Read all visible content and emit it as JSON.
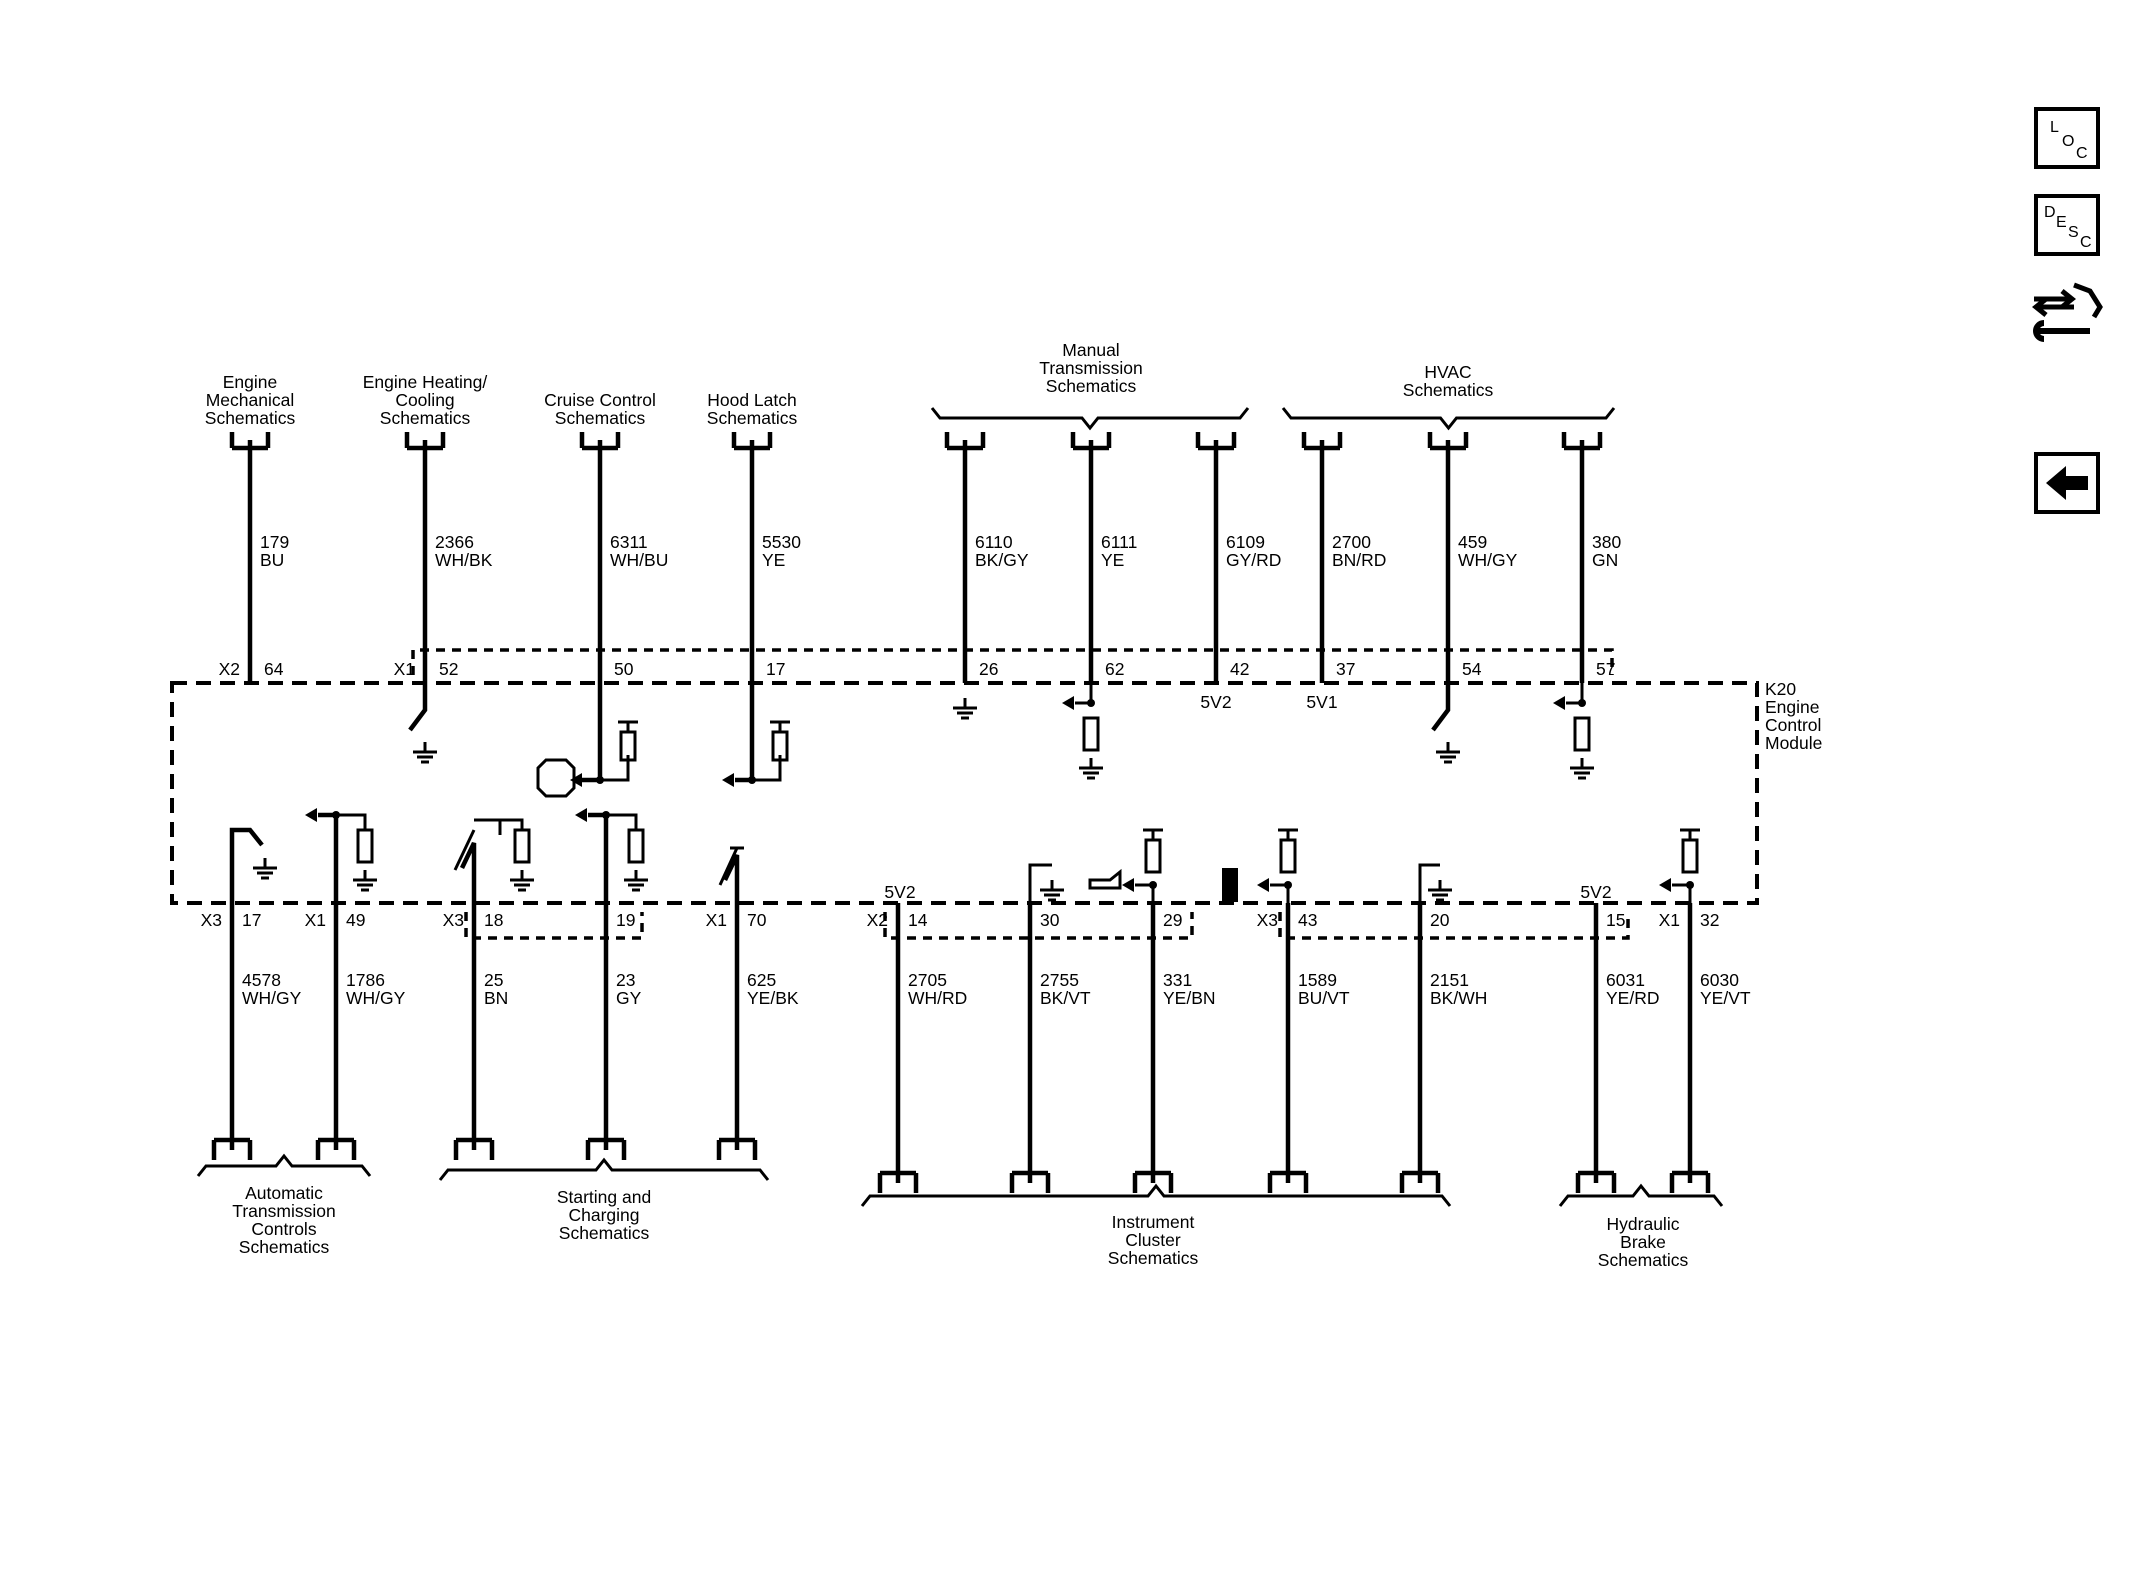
{
  "nav": {
    "loc": [
      "L",
      "O",
      "C"
    ],
    "desc": [
      "D",
      "E",
      "S",
      "C"
    ]
  },
  "module": {
    "name": [
      "K20",
      "Engine",
      "Control",
      "Module"
    ]
  },
  "top_refs": [
    {
      "lines": [
        "Engine",
        "Mechanical",
        "Schematics"
      ]
    },
    {
      "lines": [
        "Engine Heating/",
        "Cooling",
        "Schematics"
      ]
    },
    {
      "lines": [
        "Cruise Control",
        "Schematics"
      ]
    },
    {
      "lines": [
        "Hood Latch",
        "Schematics"
      ]
    },
    {
      "lines": [
        "Manual",
        "Transmission",
        "Schematics"
      ]
    },
    {
      "lines": [
        "HVAC",
        "Schematics"
      ]
    }
  ],
  "bottom_refs": [
    {
      "lines": [
        "Automatic",
        "Transmission",
        "Controls",
        "Schematics"
      ]
    },
    {
      "lines": [
        "Starting and",
        "Charging",
        "Schematics"
      ]
    },
    {
      "lines": [
        "Instrument",
        "Cluster",
        "Schematics"
      ]
    },
    {
      "lines": [
        "Hydraulic",
        "Brake",
        "Schematics"
      ]
    }
  ],
  "top_circuits": [
    {
      "circuit": "179",
      "color": "BU",
      "connector": "X2",
      "pin": "64"
    },
    {
      "circuit": "2366",
      "color": "WH/BK",
      "connector": "X1",
      "pin": "52"
    },
    {
      "circuit": "6311",
      "color": "WH/BU",
      "connector": "",
      "pin": "50"
    },
    {
      "circuit": "5530",
      "color": "YE",
      "connector": "",
      "pin": "17"
    },
    {
      "circuit": "6110",
      "color": "BK/GY",
      "connector": "",
      "pin": "26"
    },
    {
      "circuit": "6111",
      "color": "YE",
      "connector": "",
      "pin": "62"
    },
    {
      "circuit": "6109",
      "color": "GY/RD",
      "connector": "",
      "pin": "42"
    },
    {
      "circuit": "2700",
      "color": "BN/RD",
      "connector": "",
      "pin": "37"
    },
    {
      "circuit": "459",
      "color": "WH/GY",
      "connector": "",
      "pin": "54"
    },
    {
      "circuit": "380",
      "color": "GN",
      "connector": "",
      "pin": "57"
    }
  ],
  "top_inner": {
    "v42": "5V2",
    "v37": "5V1"
  },
  "bottom_circuits": [
    {
      "circuit": "4578",
      "color": "WH/GY",
      "connector": "X3",
      "pin": "17"
    },
    {
      "circuit": "1786",
      "color": "WH/GY",
      "connector": "X1",
      "pin": "49"
    },
    {
      "circuit": "25",
      "color": "BN",
      "connector": "X3",
      "pin": "18"
    },
    {
      "circuit": "23",
      "color": "GY",
      "connector": "",
      "pin": "19"
    },
    {
      "circuit": "625",
      "color": "YE/BK",
      "connector": "X1",
      "pin": "70"
    },
    {
      "circuit": "2705",
      "color": "WH/RD",
      "connector": "X2",
      "pin": "14"
    },
    {
      "circuit": "2755",
      "color": "BK/VT",
      "connector": "",
      "pin": "30"
    },
    {
      "circuit": "331",
      "color": "YE/BN",
      "connector": "",
      "pin": "29"
    },
    {
      "circuit": "1589",
      "color": "BU/VT",
      "connector": "X3",
      "pin": "43"
    },
    {
      "circuit": "2151",
      "color": "BK/WH",
      "connector": "",
      "pin": "20"
    },
    {
      "circuit": "6031",
      "color": "YE/RD",
      "connector": "",
      "pin": "15"
    },
    {
      "circuit": "6030",
      "color": "YE/VT",
      "connector": "X1",
      "pin": "32"
    }
  ],
  "bottom_inner": {
    "v14": "5V2",
    "v15": "5V2"
  }
}
